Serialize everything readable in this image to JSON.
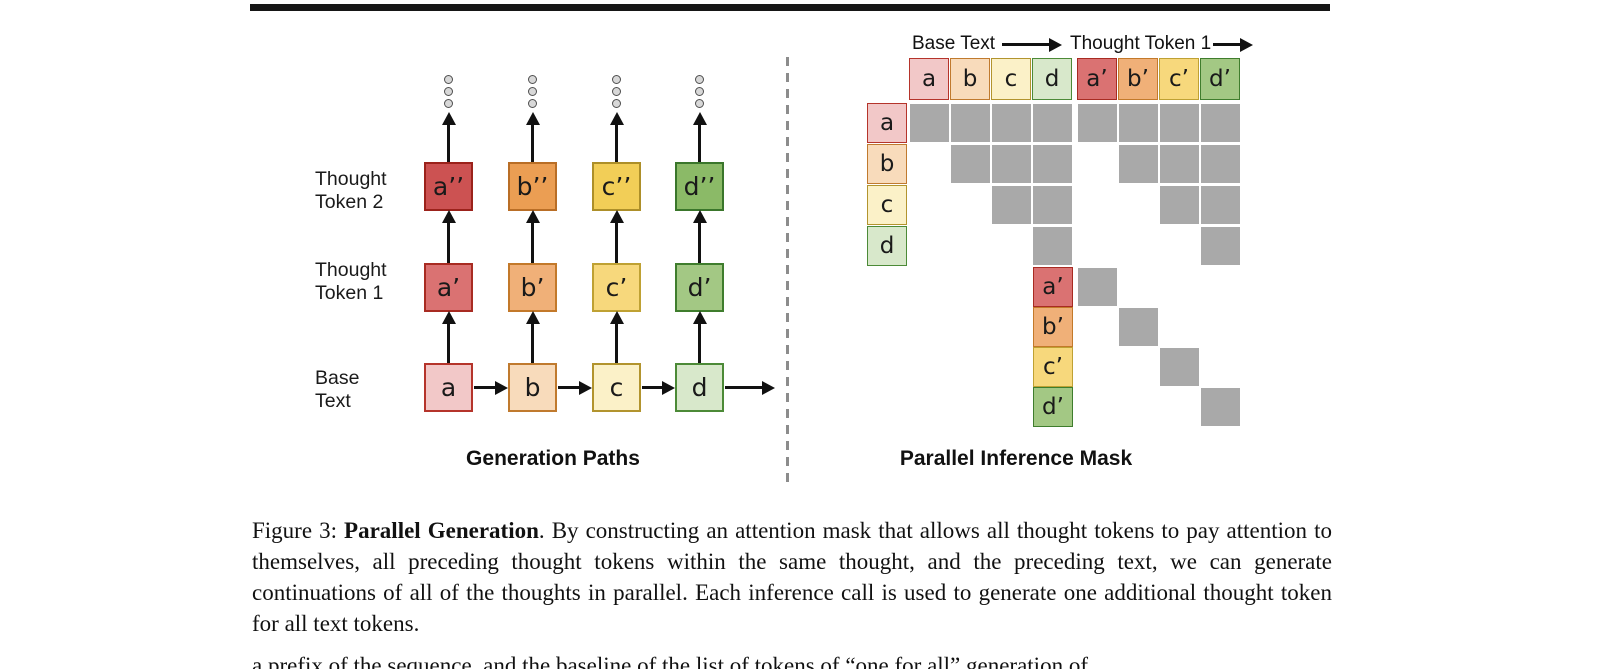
{
  "figure": {
    "left_panel": {
      "title": "Generation Paths",
      "row_labels": [
        "Thought\nToken 2",
        "Thought\nToken 1",
        "Base\nText"
      ],
      "columns": [
        {
          "base": "a",
          "thought1": "a’",
          "thought2": "a’’",
          "color": "red"
        },
        {
          "base": "b",
          "thought1": "b’",
          "thought2": "b’’",
          "color": "orange"
        },
        {
          "base": "c",
          "thought1": "c’",
          "thought2": "c’’",
          "color": "yellow"
        },
        {
          "base": "d",
          "thought1": "d’",
          "thought2": "d’’",
          "color": "green"
        }
      ]
    },
    "right_panel": {
      "title": "Parallel Inference Mask",
      "header_base_label": "Base Text",
      "header_thought_label": "Thought Token 1",
      "col_tokens": [
        "a",
        "b",
        "c",
        "d",
        "a’",
        "b’",
        "c’",
        "d’"
      ],
      "row_tokens": [
        "a",
        "b",
        "c",
        "d",
        "a’",
        "b’",
        "c’",
        "d’"
      ],
      "mask": [
        [
          1,
          1,
          1,
          1,
          1,
          1,
          1,
          1
        ],
        [
          0,
          1,
          1,
          1,
          0,
          1,
          1,
          1
        ],
        [
          0,
          0,
          1,
          1,
          0,
          0,
          1,
          1
        ],
        [
          0,
          0,
          0,
          1,
          0,
          0,
          0,
          1
        ],
        [
          0,
          0,
          0,
          0,
          1,
          0,
          0,
          0
        ],
        [
          0,
          0,
          0,
          0,
          0,
          1,
          0,
          0
        ],
        [
          0,
          0,
          0,
          0,
          0,
          0,
          1,
          0
        ],
        [
          0,
          0,
          0,
          0,
          0,
          0,
          0,
          1
        ]
      ]
    },
    "caption": {
      "prefix": "Figure 3: ",
      "bold": "Parallel Generation",
      "rest": ". By constructing an attention mask that allows all thought tokens to pay attention to themselves, all preceding thought tokens within the same thought, and the preceding text, we can generate continuations of all of the thoughts in parallel. Each inference call is used to generate one additional thought token for all text tokens."
    },
    "clipped_line": "a prefix of the sequence, and the baseline of the list of tokens of “one for all” generation of",
    "colors": {
      "red": {
        "light": "#F2C8C8",
        "mid": "#DA7272",
        "dark": "#CC5252",
        "border_light": "#B5342B",
        "border_mid": "#A82B22",
        "border_dark": "#9B221B"
      },
      "orange": {
        "light": "#F8DBBB",
        "mid": "#F0B078",
        "dark": "#EB9E53",
        "border_light": "#C07A2E",
        "border_mid": "#C3792A",
        "border_dark": "#B96E26"
      },
      "yellow": {
        "light": "#FBF1C8",
        "mid": "#F7D87C",
        "dark": "#F2CE57",
        "border_light": "#B2942E",
        "border_mid": "#BFA133",
        "border_dark": "#AD8F29"
      },
      "green": {
        "light": "#D8E8CB",
        "mid": "#A3C884",
        "dark": "#8BBA67",
        "border_light": "#4C8A37",
        "border_mid": "#3F7D2D",
        "border_dark": "#3A762B"
      },
      "mask_cell_gray": "#A9A9A9",
      "top_rule_black": "#161616"
    }
  }
}
